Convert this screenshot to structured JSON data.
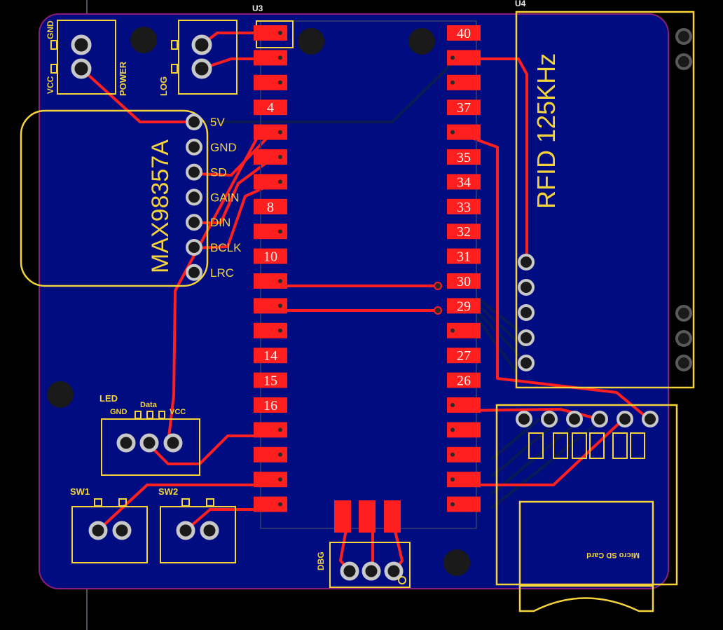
{
  "board": {
    "colors": {
      "background": "#000000",
      "substrate": "#000c80",
      "outline": "#8a1f7a",
      "copper_top": "#ff1f1f",
      "copper_bottom": "#0b1a55",
      "silkscreen": "#f5d33a",
      "pad_number": "#f6f6f6",
      "hole": "#1a1a1a",
      "via": "#2a2a2a"
    },
    "designators": {
      "u3": "U3",
      "u4": "U4"
    }
  },
  "connectors": {
    "power": {
      "label": "POWER",
      "pin_gnd": "GND",
      "pin_vcc": "VCC"
    },
    "log": {
      "label": "LOG"
    },
    "led": {
      "label": "LED",
      "pin_gnd": "GND",
      "pin_data": "Data",
      "pin_vcc": "VCC"
    },
    "sw1": {
      "label": "SW1"
    },
    "sw2": {
      "label": "SW2"
    },
    "dbg": {
      "label": "DBG"
    }
  },
  "amplifier": {
    "title": "MAX98357A",
    "pins": [
      "5V",
      "GND",
      "SD",
      "GAIN",
      "DIN",
      "BCLK",
      "LRC"
    ]
  },
  "rfid": {
    "title": "RFID  125KHz"
  },
  "sd_card": {
    "title": "Micro SD Card"
  },
  "mcu": {
    "left_pad_labels": [
      "",
      "",
      "",
      "4",
      "",
      "",
      "",
      "8",
      "",
      "10",
      "",
      "",
      "",
      "14",
      "15",
      "16",
      "",
      "",
      "",
      ""
    ],
    "right_pad_labels": [
      "40",
      "",
      "",
      "37",
      "",
      "35",
      "34",
      "33",
      "32",
      "31",
      "30",
      "29",
      "",
      "27",
      "26",
      "",
      "",
      "",
      "",
      ""
    ]
  }
}
